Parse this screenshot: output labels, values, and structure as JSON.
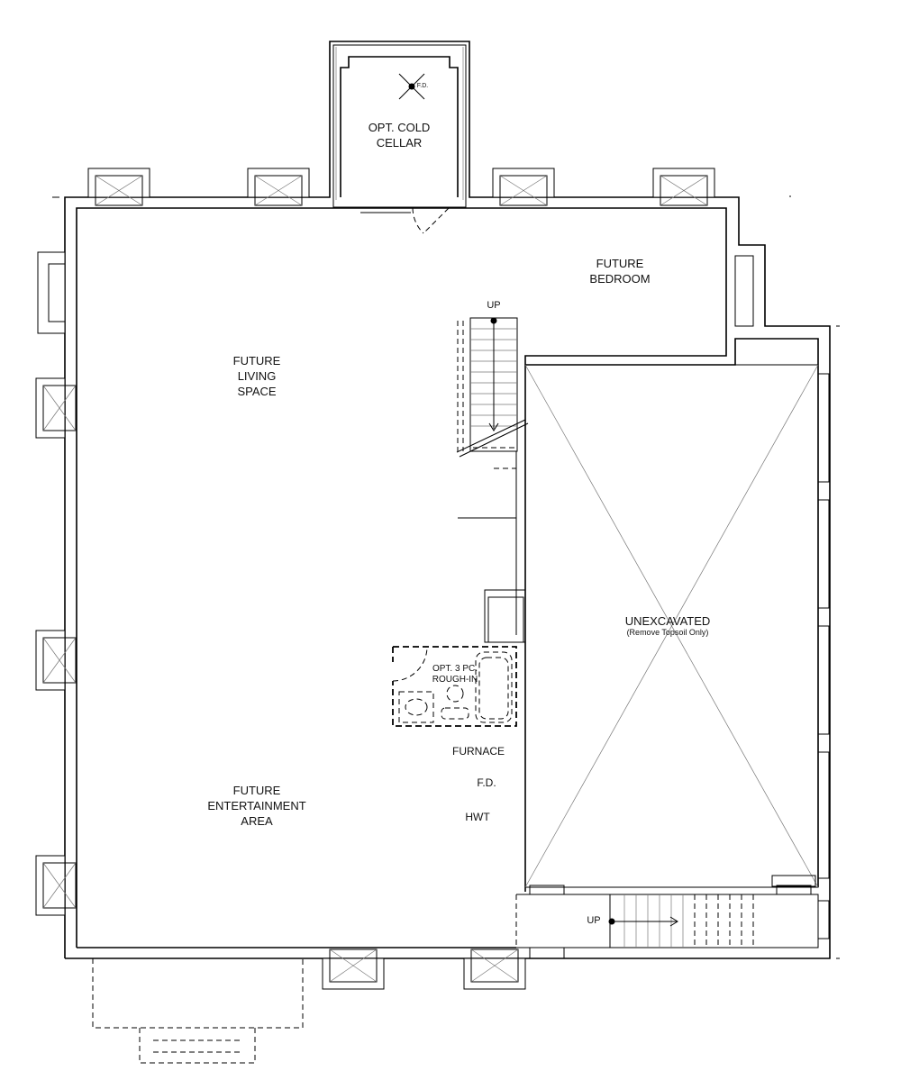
{
  "rooms": {
    "cold_cellar": "OPT. COLD\nCELLAR",
    "cold_cellar_fd": "F.D.",
    "future_bedroom": "FUTURE\nBEDROOM",
    "future_living": "FUTURE\nLIVING\nSPACE",
    "future_entertainment": "FUTURE\nENTERTAINMENT\nAREA",
    "unexcavated": "UNEXCAVATED",
    "unexcavated_note": "(Remove Topsoil Only)",
    "rough_in": "OPT. 3 PC.\nROUGH-IN"
  },
  "fixtures": {
    "furnace": "FURNACE",
    "floor_drain": "F.D.",
    "hwt": "HWT"
  },
  "stairs": {
    "upper_up": "UP",
    "lower_up": "UP"
  }
}
